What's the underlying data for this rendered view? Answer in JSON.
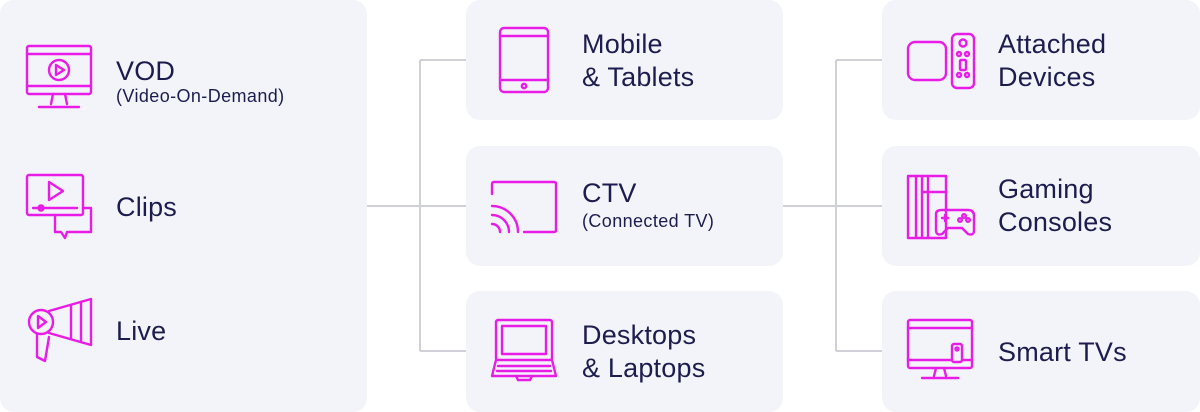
{
  "colors": {
    "accent": "#e81ce6",
    "card_bg": "#f3f4fa",
    "text": "#1c1c4e",
    "connector": "#cfd0d8"
  },
  "content_types": [
    {
      "label": "VOD",
      "sublabel": "(Video-On-Demand)",
      "icon": "monitor-play-icon"
    },
    {
      "label": "Clips",
      "icon": "video-clip-icon"
    },
    {
      "label": "Live",
      "icon": "megaphone-play-icon"
    }
  ],
  "screens": [
    {
      "line1": "Mobile",
      "line2": "& Tablets",
      "icon": "tablet-icon"
    },
    {
      "line1": "CTV",
      "sublabel": "(Connected TV)",
      "icon": "cast-screen-icon"
    },
    {
      "line1": "Desktops",
      "line2": "& Laptops",
      "icon": "laptop-icon"
    }
  ],
  "devices": [
    {
      "line1": "Attached",
      "line2": "Devices",
      "icon": "streaming-box-remote-icon"
    },
    {
      "line1": "Gaming",
      "line2": "Consoles",
      "icon": "game-console-icon"
    },
    {
      "line1": "Smart TVs",
      "icon": "smart-tv-icon"
    }
  ]
}
